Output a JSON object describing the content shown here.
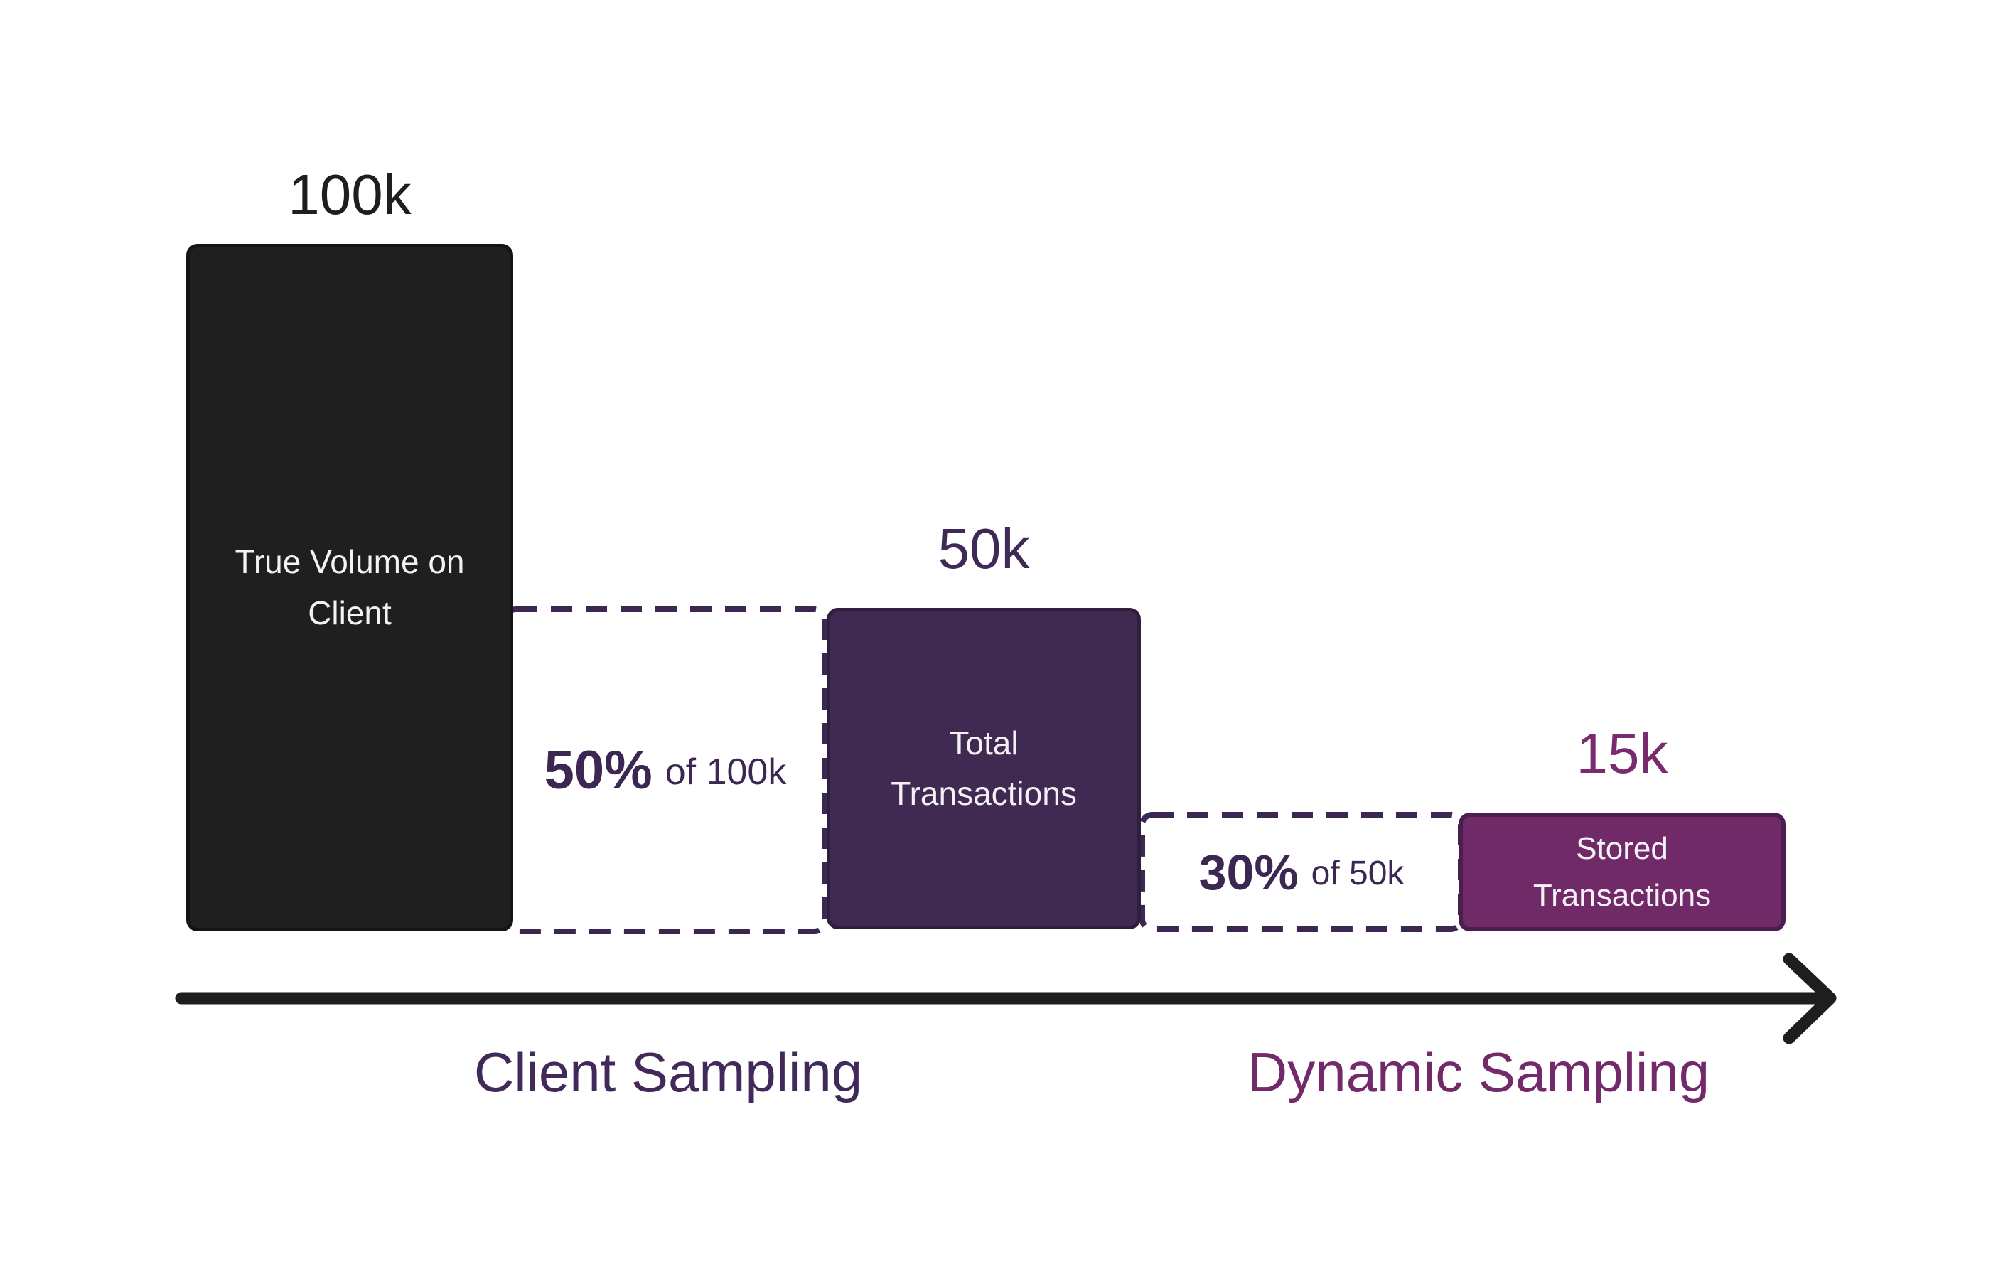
{
  "diagram": {
    "bars": {
      "true_volume": {
        "value": "100k",
        "line1": "True Volume on",
        "line2": "Client"
      },
      "total_transactions": {
        "value": "50k",
        "line1": "Total",
        "line2": "Transactions"
      },
      "stored_transactions": {
        "value": "15k",
        "line1": "Stored",
        "line2": "Transactions"
      }
    },
    "steps": {
      "client": {
        "percent": "50%",
        "of": "of 100k",
        "axis_label": "Client Sampling"
      },
      "dynamic": {
        "percent": "30%",
        "of": "of 50k",
        "axis_label": "Dynamic Sampling"
      }
    },
    "colors": {
      "background": "#ffffff",
      "black_bar": "#1f1f1f",
      "black_bar_border": "#141414",
      "purple_bar": "#402a52",
      "purple_bar_border": "#2e1f3d",
      "magenta_bar": "#702a67",
      "magenta_bar_border": "#4a1f4f",
      "bar_text": "#f6f1f6",
      "dash_border": "#3b2751",
      "percent_text": "#3b2751",
      "arrow": "#1e1e1e",
      "value_100k": "#1e1e1e",
      "value_50k": "#3f2a56",
      "value_15k": "#7a2a6f",
      "client_label": "#41295a",
      "dynamic_label": "#722a6a"
    }
  },
  "chart_data": {
    "type": "bar",
    "categories": [
      "True Volume on Client",
      "Total Transactions",
      "Stored Transactions"
    ],
    "values": [
      100000,
      50000,
      15000
    ],
    "value_labels": [
      "100k",
      "50k",
      "15k"
    ],
    "annotations": [
      "50% of 100k",
      "30% of 50k"
    ],
    "stage_labels": [
      "Client Sampling",
      "Dynamic Sampling"
    ],
    "legend_position": "none",
    "grid": false
  }
}
